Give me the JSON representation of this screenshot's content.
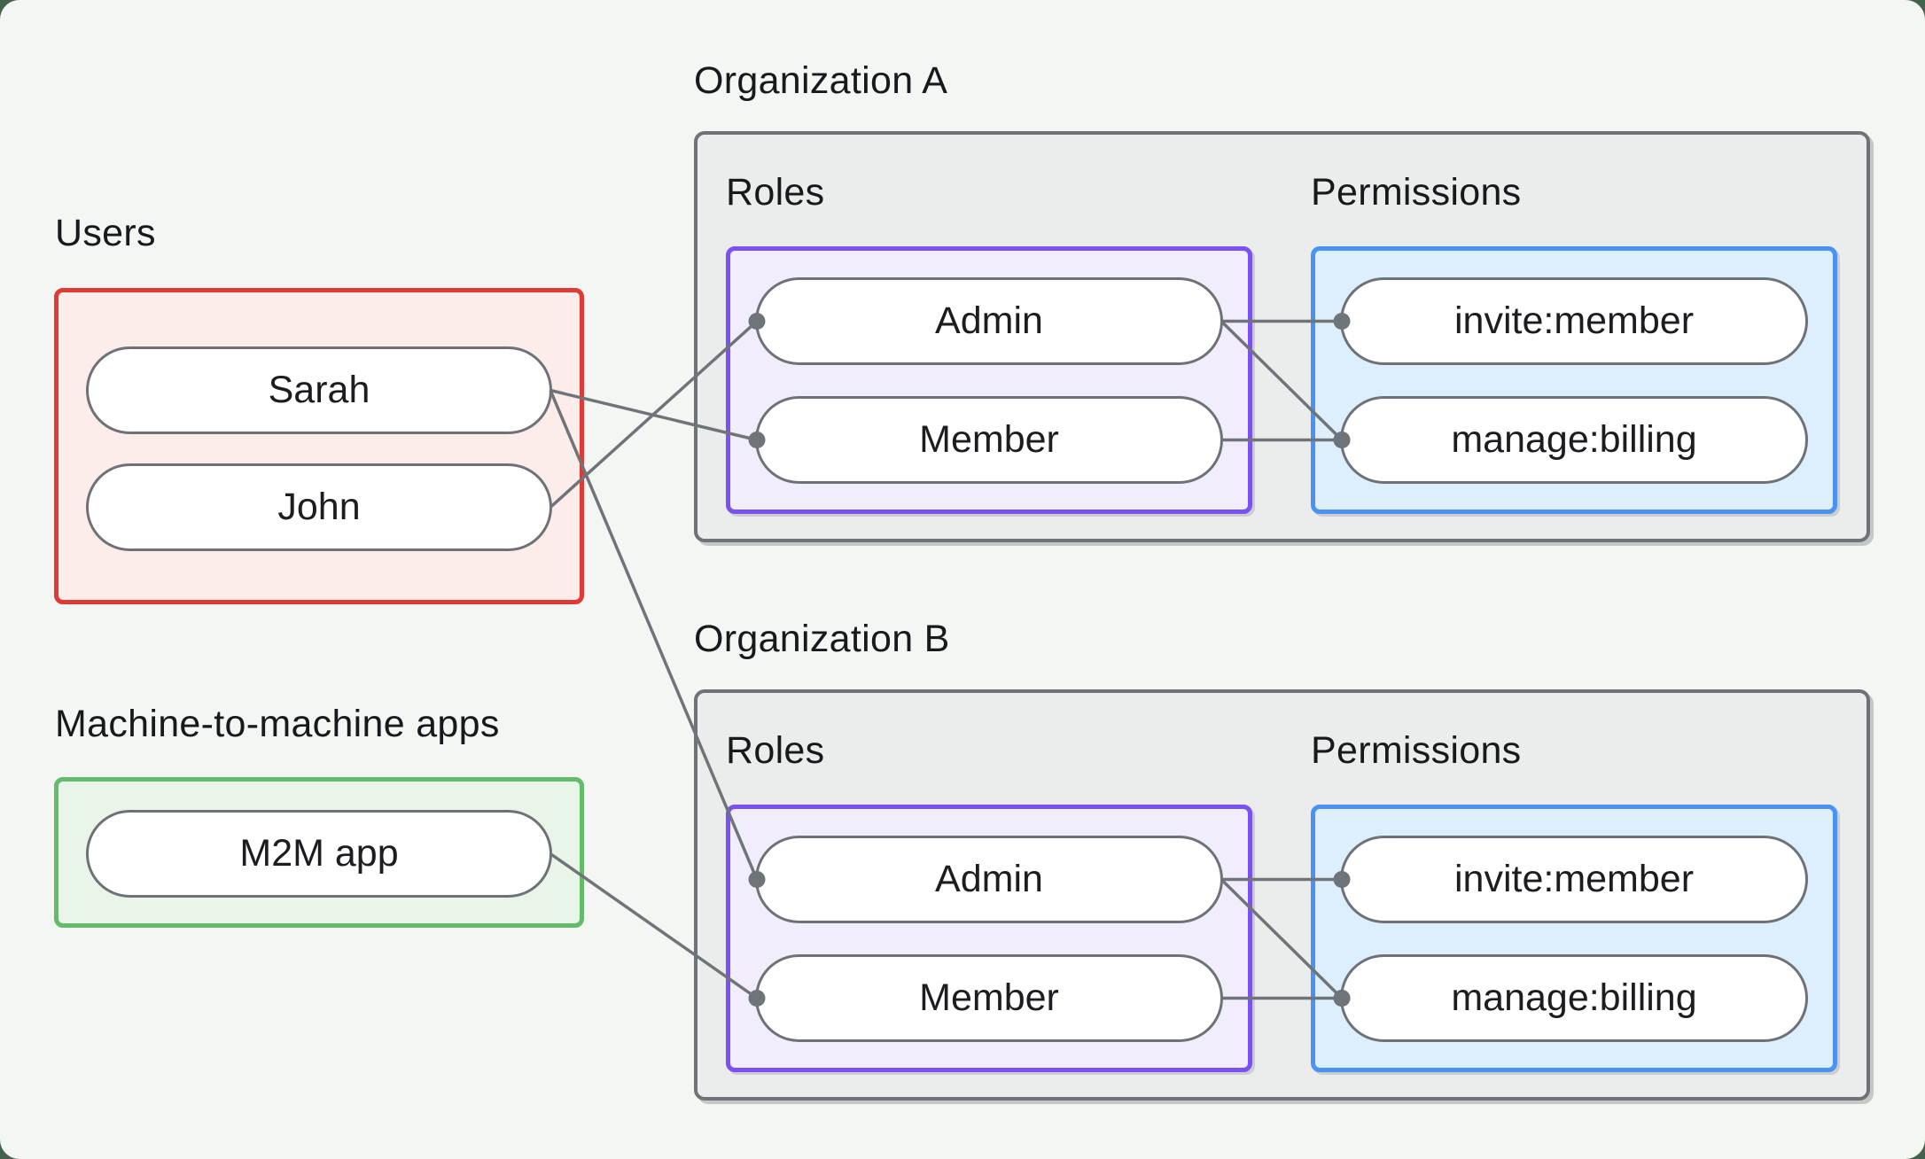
{
  "groups": {
    "users": {
      "label": "Users",
      "items": [
        {
          "id": "sarah",
          "label": "Sarah"
        },
        {
          "id": "john",
          "label": "John"
        }
      ]
    },
    "m2m": {
      "label": "Machine-to-machine apps",
      "items": [
        {
          "id": "m2m-app",
          "label": "M2M app"
        }
      ]
    }
  },
  "organizations": [
    {
      "label": "Organization A",
      "roles_label": "Roles",
      "permissions_label": "Permissions",
      "roles": [
        {
          "id": "orgA-admin",
          "label": "Admin"
        },
        {
          "id": "orgA-member",
          "label": "Member"
        }
      ],
      "permissions": [
        {
          "id": "orgA-invite",
          "label": "invite:member"
        },
        {
          "id": "orgA-billing",
          "label": "manage:billing"
        }
      ]
    },
    {
      "label": "Organization B",
      "roles_label": "Roles",
      "permissions_label": "Permissions",
      "roles": [
        {
          "id": "orgB-admin",
          "label": "Admin"
        },
        {
          "id": "orgB-member",
          "label": "Member"
        }
      ],
      "permissions": [
        {
          "id": "orgB-invite",
          "label": "invite:member"
        },
        {
          "id": "orgB-billing",
          "label": "manage:billing"
        }
      ]
    }
  ],
  "connections": [
    {
      "from": "sarah",
      "to": "orgA-member"
    },
    {
      "from": "john",
      "to": "orgA-admin"
    },
    {
      "from": "sarah",
      "to": "orgB-admin"
    },
    {
      "from": "m2m-app",
      "to": "orgB-member"
    },
    {
      "from": "orgA-admin",
      "to": "orgA-invite"
    },
    {
      "from": "orgA-admin",
      "to": "orgA-billing"
    },
    {
      "from": "orgA-member",
      "to": "orgA-billing"
    },
    {
      "from": "orgB-admin",
      "to": "orgB-invite"
    },
    {
      "from": "orgB-admin",
      "to": "orgB-billing"
    },
    {
      "from": "orgB-member",
      "to": "orgB-billing"
    }
  ],
  "colors": {
    "page_bg": "#44634c",
    "card_bg": "#f4f6f4",
    "users_border": "#e03a34",
    "users_bg": "#fcecea",
    "m2m_border": "#63bc6c",
    "m2m_bg": "#e9f5e9",
    "roles_border": "#7a52f4",
    "roles_bg": "#f2edfc",
    "permissions_border": "#4a92f4",
    "permissions_bg": "#ddeefc",
    "org_bg": "#ebedec",
    "org_border": "#6e7377",
    "pill_border": "#6e7276",
    "connector": "#6f7478",
    "dot": "#6f7478",
    "label_text": "#17191c"
  }
}
